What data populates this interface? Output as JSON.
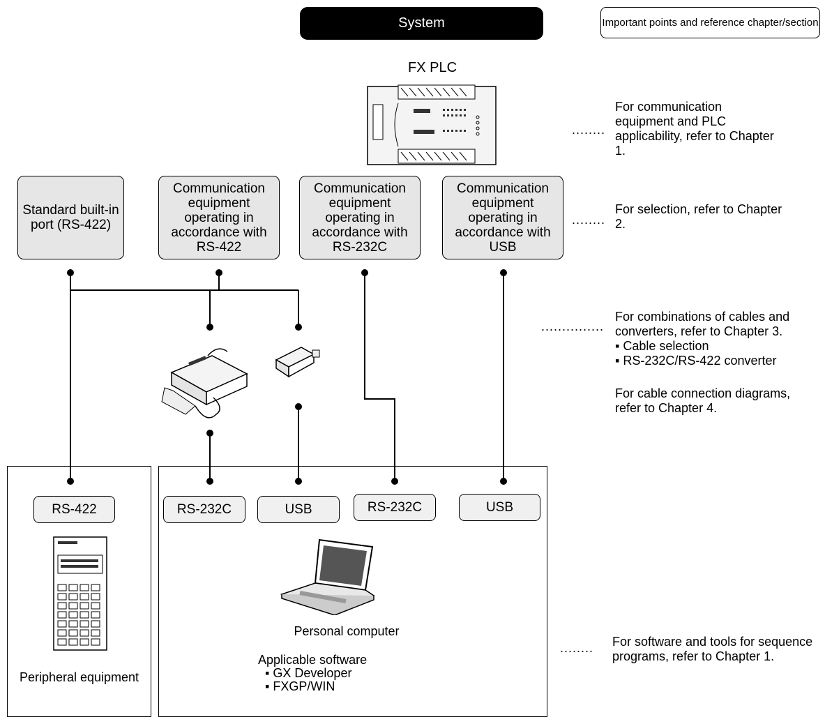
{
  "header": {
    "system": "System",
    "reference": "Important points and reference chapter/section"
  },
  "plc": {
    "label": "FX PLC"
  },
  "ports": [
    {
      "label": "Standard built-in port (RS-422)"
    },
    {
      "label": "Communication equipment operating in accordance with RS-422"
    },
    {
      "label": "Communication equipment operating in accordance with RS-232C"
    },
    {
      "label": "Communication equipment operating in accordance with USB"
    }
  ],
  "notes": {
    "plc": "For communication equipment and PLC applicability, refer to Chapter 1.",
    "selection": "For selection, refer to Chapter 2.",
    "cables_intro": "For combinations of cables and converters, refer to Chapter 3.",
    "cables_item1": "Cable selection",
    "cables_item2": "RS-232C/RS-422 converter",
    "connection": "For cable connection diagrams, refer to Chapter 4.",
    "software": "For software and tools for sequence programs, refer to Chapter 1.",
    "leader_short": "........",
    "leader_long": "..............."
  },
  "peripheral": {
    "port": "RS-422",
    "label": "Peripheral equipment"
  },
  "pc": {
    "ports": [
      "RS-232C",
      "USB",
      "RS-232C",
      "USB"
    ],
    "label": "Personal computer",
    "software_title": "Applicable software",
    "software": [
      "GX Developer",
      "FXGP/WIN"
    ]
  },
  "colors": {
    "box_fill": "#e6e6e6",
    "header_fill": "#000000"
  }
}
